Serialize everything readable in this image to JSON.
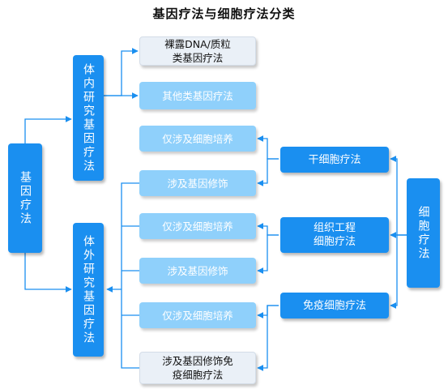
{
  "title": "基因疗法与细胞疗法分类",
  "nodes": {
    "gene_therapy": "基因疗法",
    "in_vivo": "体内研究基因疗法",
    "ex_vivo": "体外研究基因疗法",
    "cell_therapy": "细胞疗法",
    "naked_dna": "裸露DNA/质粒\n类基因疗法",
    "other_gene": "其他类基因疗法",
    "stem_cell": "干细胞疗法",
    "tissue_eng": "组织工程\n细胞疗法",
    "immune_cell": "免疫细胞疗法",
    "culture_only_1": "仅涉及细胞培养",
    "gene_mod_1": "涉及基因修饰",
    "culture_only_2": "仅涉及细胞培养",
    "gene_mod_2": "涉及基因修饰",
    "culture_only_3": "仅涉及细胞培养",
    "gene_mod_immune": "涉及基因修饰免\n疫细胞疗法"
  },
  "colors": {
    "primary": "#1a8ff0",
    "light": "#8fd0fb",
    "pale": "#eaf0f7",
    "edge": "#1a8ff0"
  }
}
